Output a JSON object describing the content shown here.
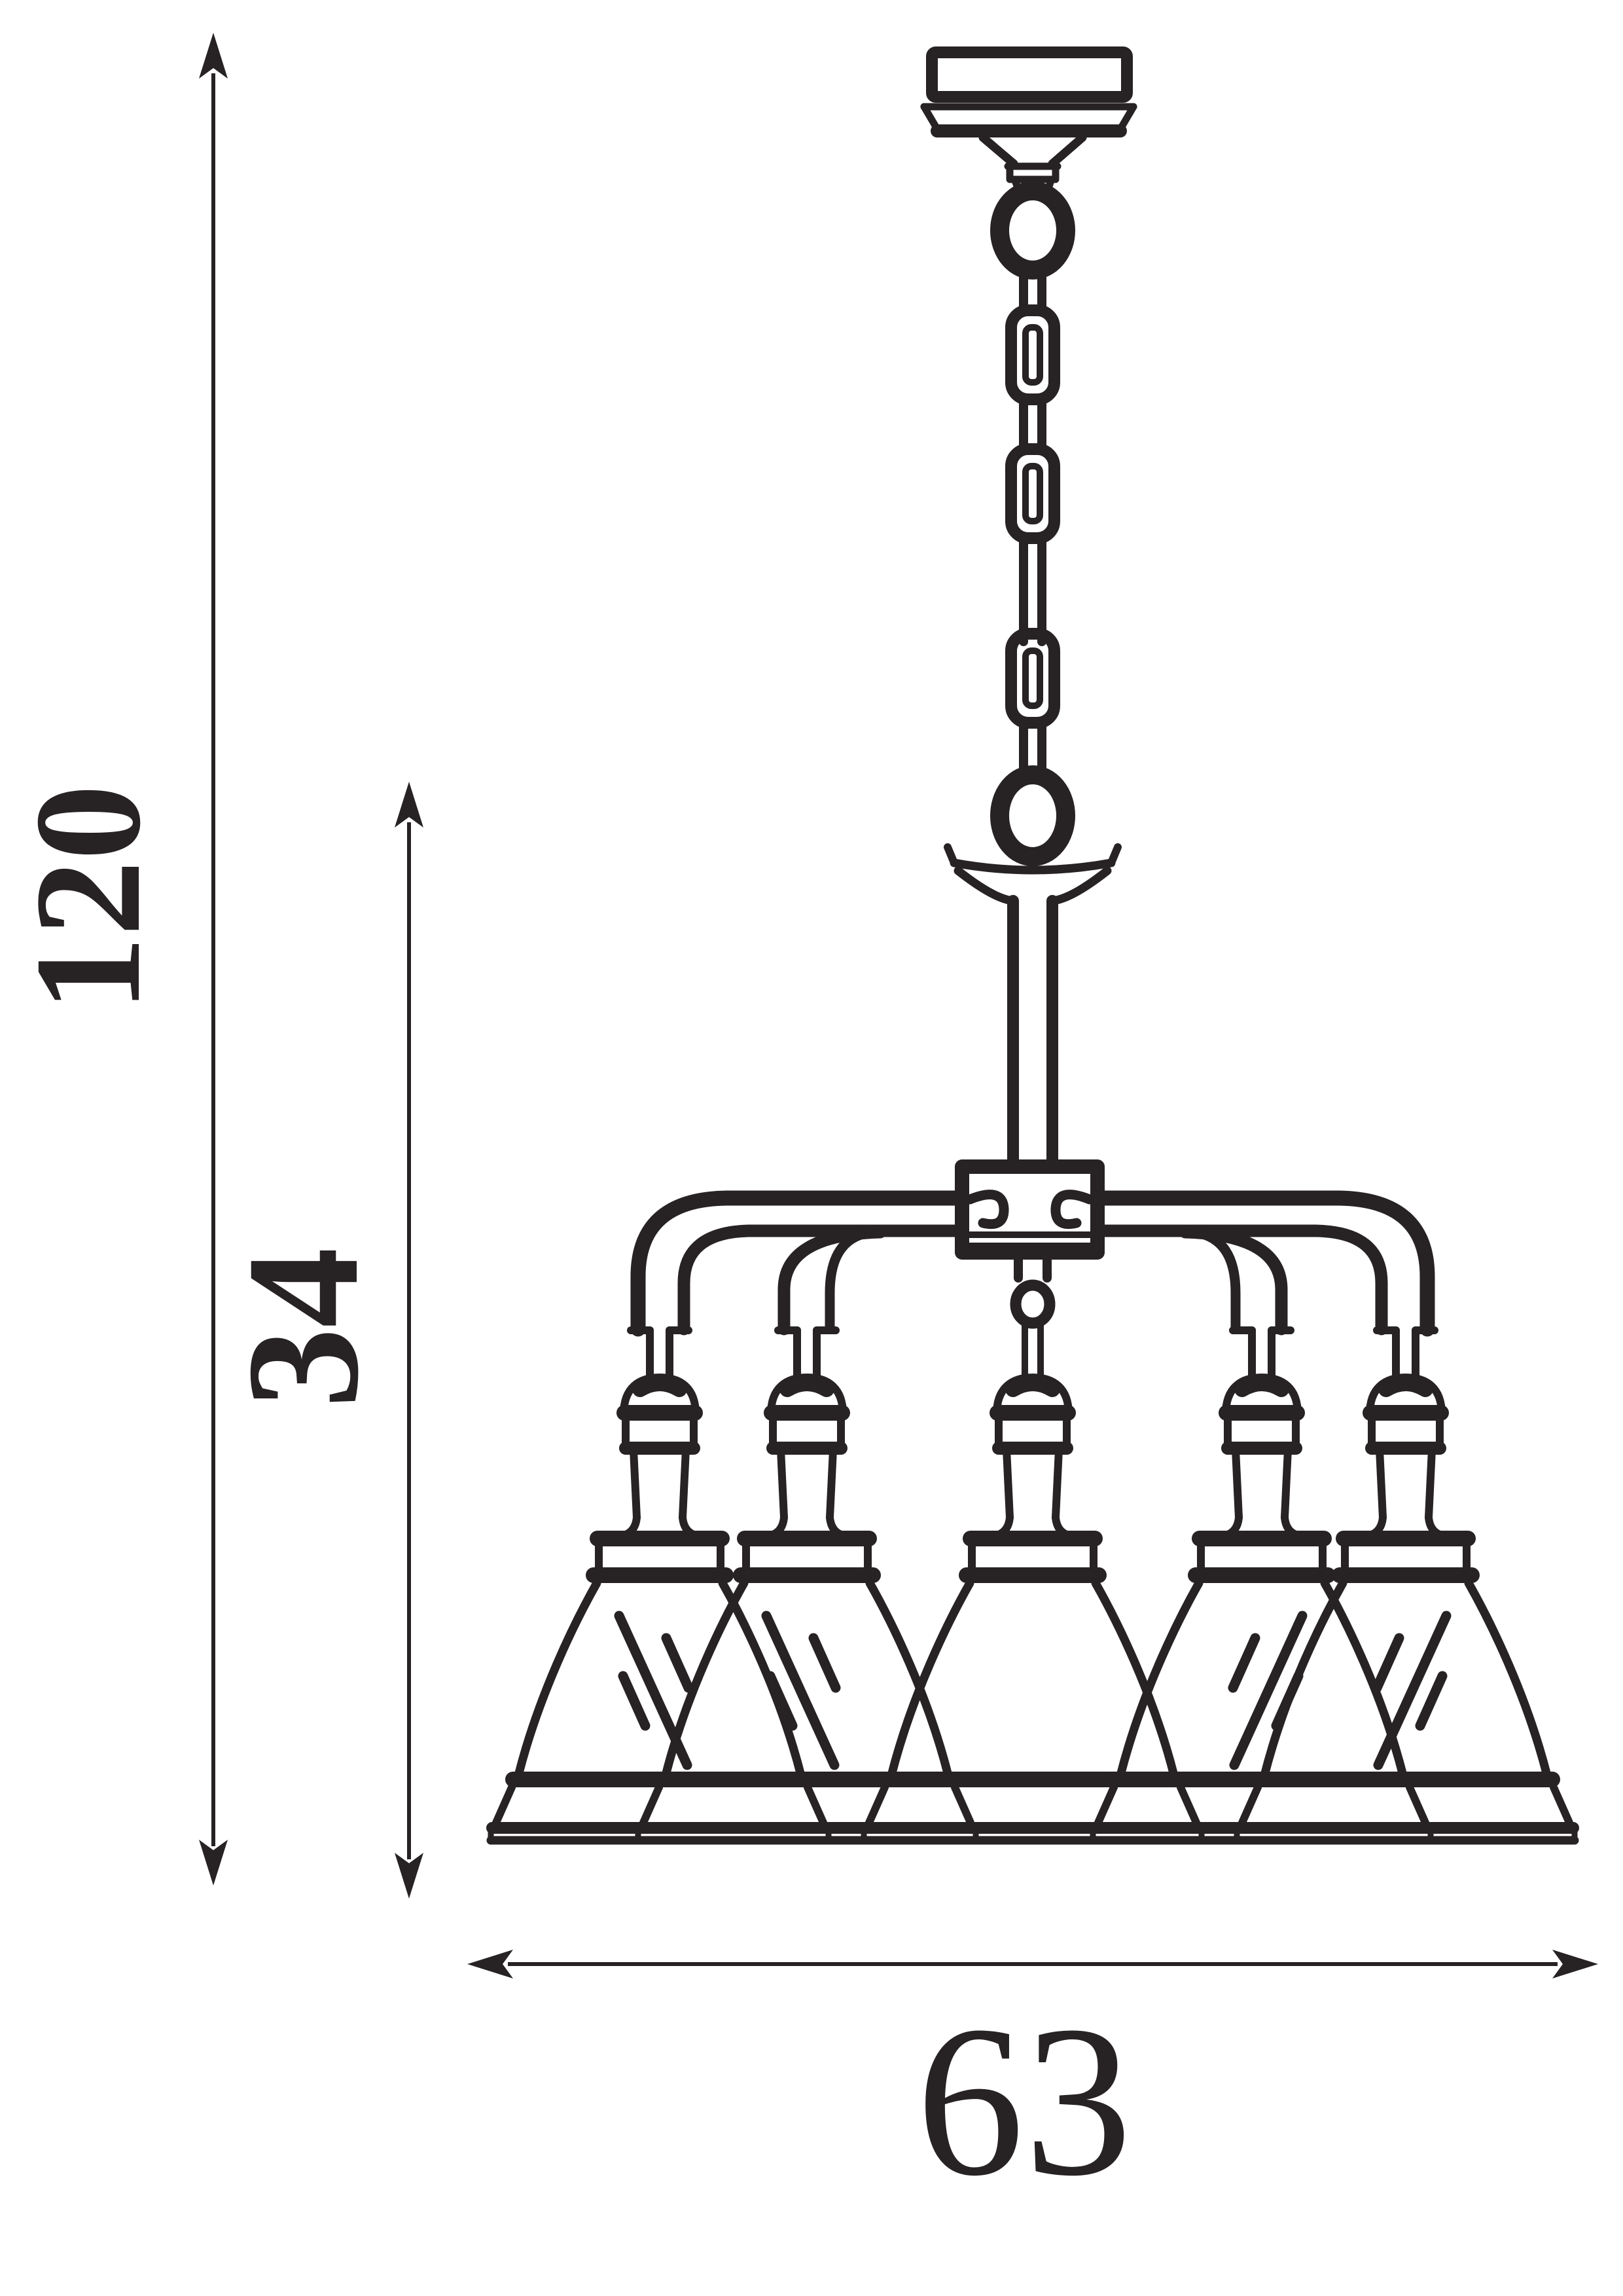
{
  "page": {
    "background": "#ffffff"
  },
  "drawing": {
    "type": "technical-dimension-line-drawing",
    "subject": "five-light chandelier pendant with bell shades, chain and ceiling canopy",
    "line_color": "#272223",
    "shade_count": 5,
    "chain_link_count": 3
  },
  "dims": {
    "total_height": "120",
    "body_height": "34",
    "width": "63"
  }
}
